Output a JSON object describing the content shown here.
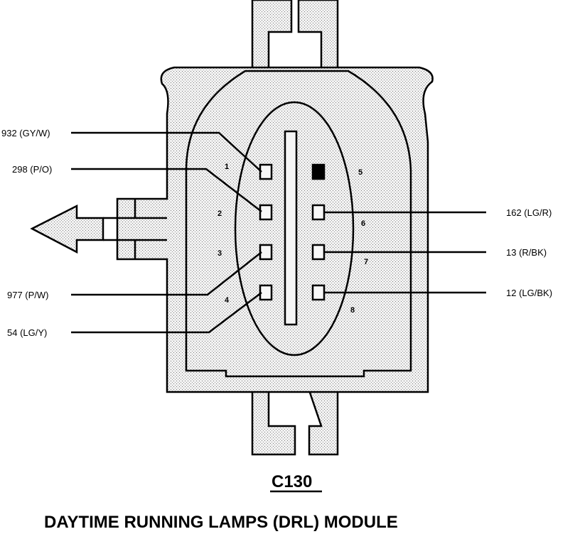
{
  "connector": {
    "id": "C130",
    "title": "DAYTIME RUNNING LAMPS (DRL) MODULE"
  },
  "left_wires": [
    {
      "label": "932 (GY/W)",
      "pin": "1"
    },
    {
      "label": "298 (P/O)",
      "pin": "2"
    },
    {
      "label": "977 (P/W)",
      "pin": "3"
    },
    {
      "label": "54 (LG/Y)",
      "pin": "4"
    }
  ],
  "right_wires": [
    {
      "label": "162 (LG/R)",
      "pin": "6"
    },
    {
      "label": "13 (R/BK)",
      "pin": "7"
    },
    {
      "label": "12 (LG/BK)",
      "pin": "8"
    }
  ],
  "pins": {
    "p1": "1",
    "p2": "2",
    "p3": "3",
    "p4": "4",
    "p5": "5",
    "p6": "6",
    "p7": "7",
    "p8": "8"
  },
  "colors": {
    "ink": "#000000",
    "housing_fill": "#e9e9e9",
    "background": "#ffffff"
  }
}
